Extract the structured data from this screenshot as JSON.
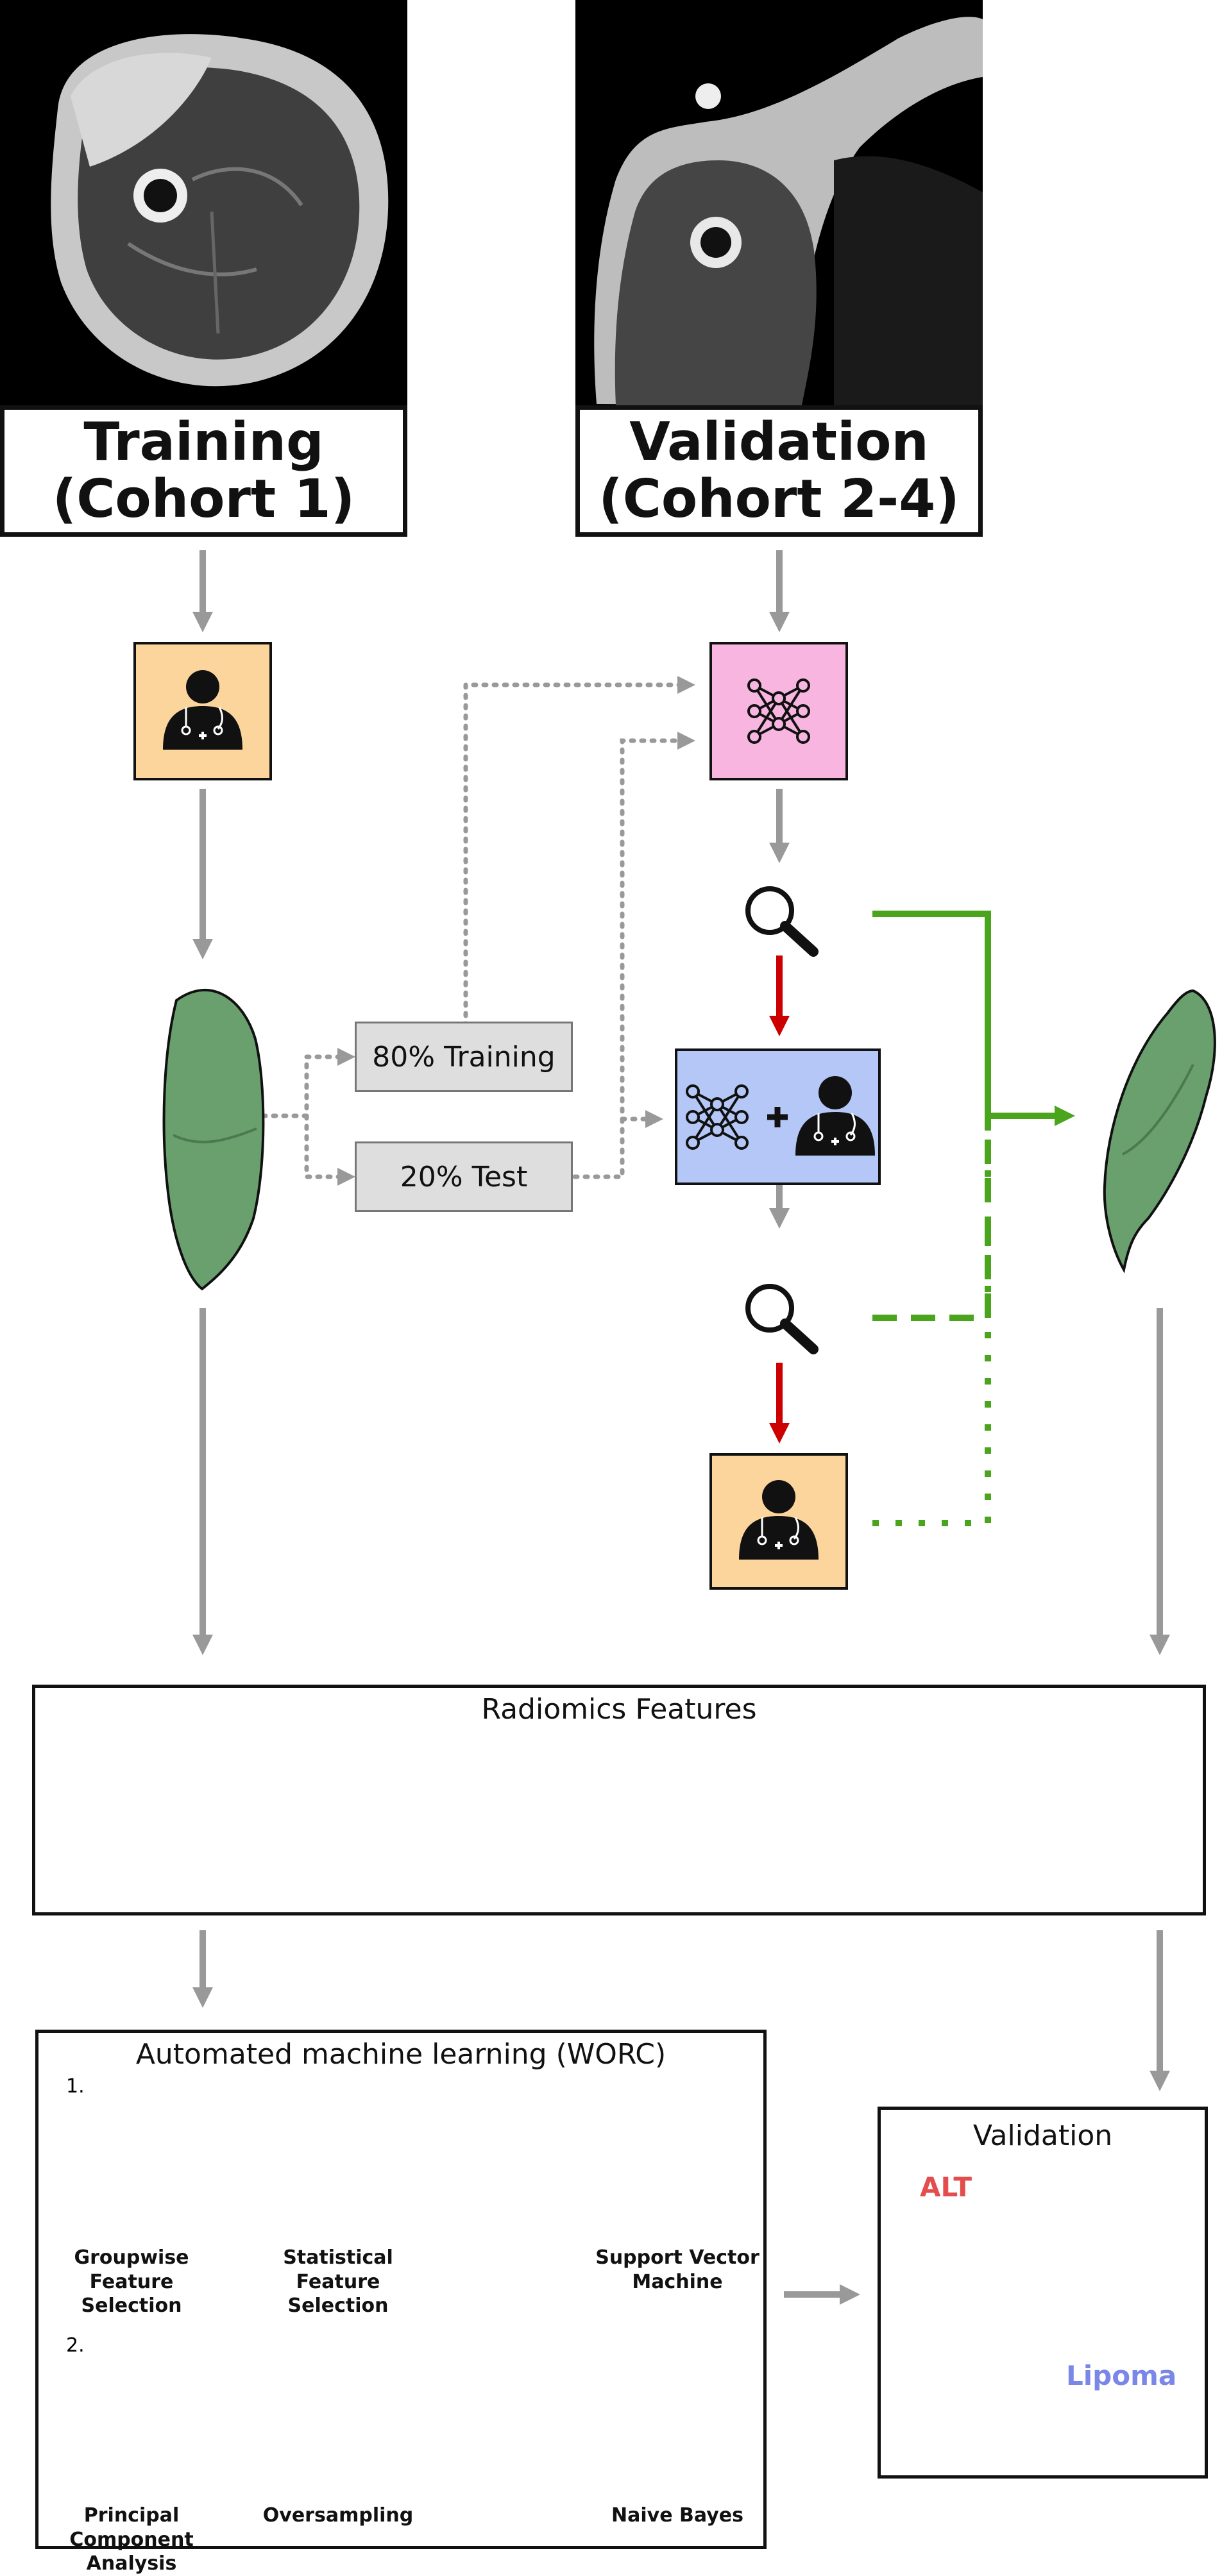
{
  "cohorts": {
    "training": {
      "line1": "Training",
      "line2": "(Cohort 1)"
    },
    "validation": {
      "line1": "Validation",
      "line2": "(Cohort 2-4)"
    }
  },
  "split": {
    "training": "80% Training",
    "test": "20% Test"
  },
  "radiomics": {
    "title": "Radiomics Features"
  },
  "worc": {
    "title": "Automated machine learning (WORC)",
    "row1_num": "1.",
    "row2_num": "2.",
    "row1": [
      "Groupwise Feature Selection",
      "Statistical Feature Selection",
      "Support Vector Machine"
    ],
    "row2": [
      "Principal Component Analysis",
      "Oversampling",
      "Naive Bayes"
    ]
  },
  "validation_panel": {
    "title": "Validation",
    "class_a": "ALT",
    "class_b": "Lipoma"
  },
  "colors": {
    "arrow_grey": "#999999",
    "arrow_red": "#cc0000",
    "arrow_green": "#4aa51c",
    "radiologist_box": "#fbd59c",
    "network_box": "#f7b5e0",
    "combined_box": "#b4c7f7",
    "segmentation": "#6a9f6e",
    "alt_red": "#e34d4d",
    "lipoma_blue": "#7a86e8"
  },
  "icons": [
    "radiologist-icon",
    "neural-network-icon",
    "magnifier-icon",
    "plus-icon",
    "histogram-icon",
    "shape-icon"
  ]
}
